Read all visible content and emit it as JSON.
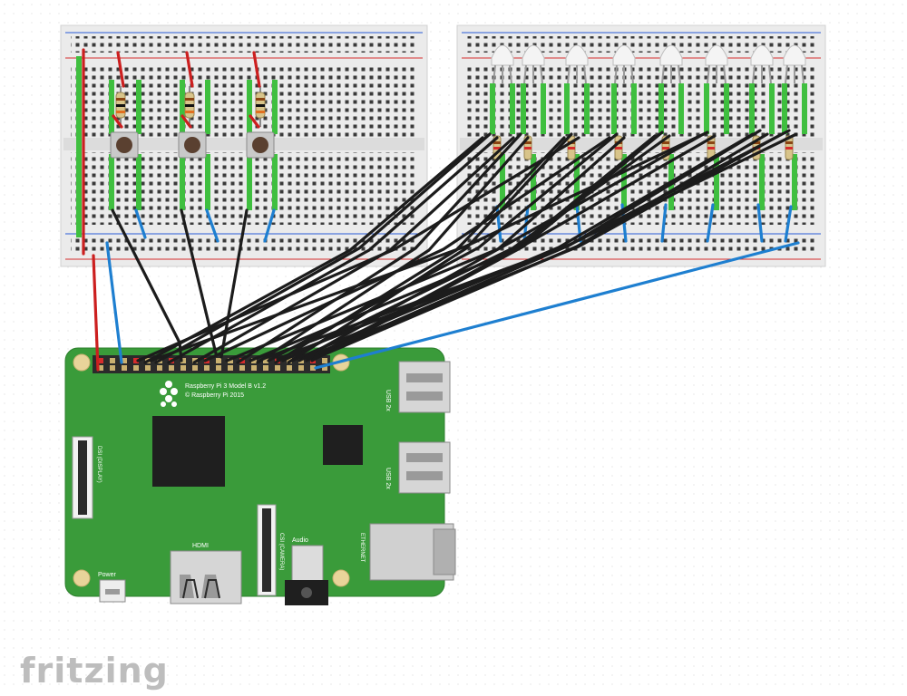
{
  "app": {
    "brand": "fritzing",
    "colors": {
      "wire_red": "#cc1f1f",
      "wire_blue": "#1e7fd0",
      "wire_black": "#1c1c1c",
      "board_green": "#3a9b3a",
      "breadboard": "#ececec"
    }
  },
  "board": {
    "model_label": "Raspberry Pi 3 Model B v1.2",
    "copyright_label": "© Raspberry Pi 2015",
    "labels": {
      "hdmi": "HDMI",
      "audio": "Audio",
      "csi": "CSI (CAMERA)",
      "dsi": "DSI (DISPLAY)",
      "ethernet": "ETHERNET",
      "usb_top": "USB 2x",
      "usb_bottom": "USB 2x",
      "power": "Power"
    }
  },
  "breadboards": {
    "left": {
      "buttons": 3,
      "resistors": 3
    },
    "right": {
      "leds": 8,
      "resistors": 8
    }
  }
}
